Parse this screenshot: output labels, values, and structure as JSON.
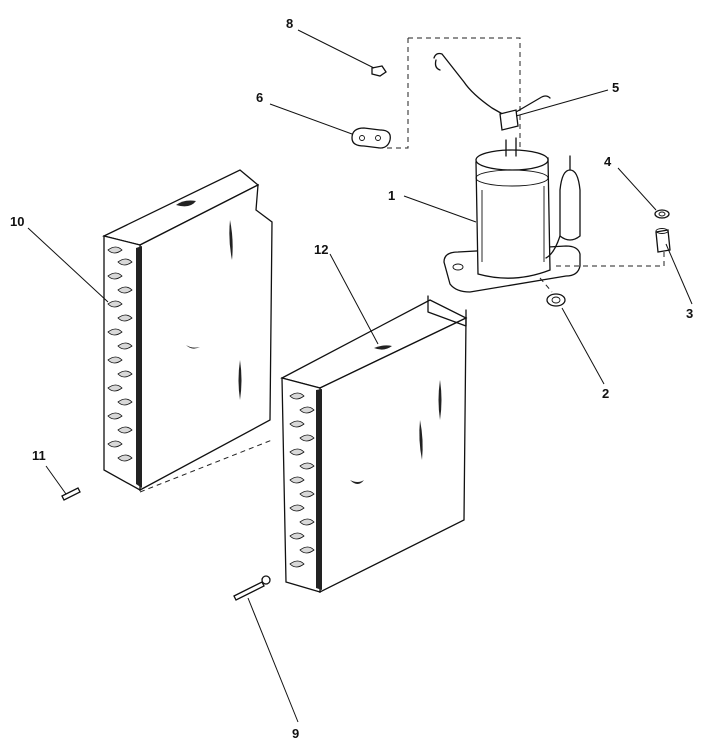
{
  "callouts": {
    "c1": "1",
    "c2": "2",
    "c3": "3",
    "c4": "4",
    "c5": "5",
    "c6": "6",
    "c8": "8",
    "c9": "9",
    "c10": "10",
    "c11": "11",
    "c12": "12"
  },
  "colors": {
    "line": "#111111",
    "background": "#ffffff"
  }
}
